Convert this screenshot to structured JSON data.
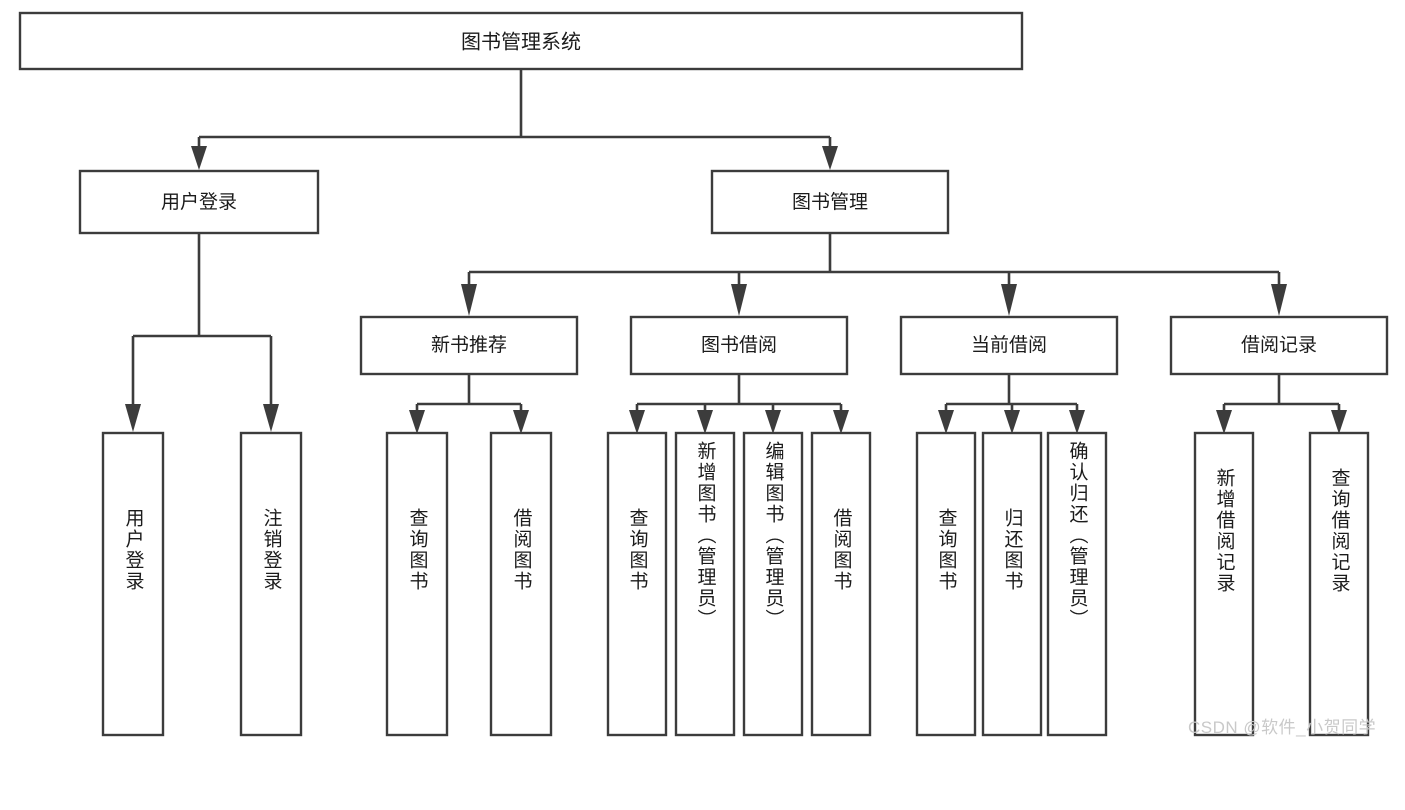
{
  "diagram": {
    "type": "hierarchy-tree",
    "title": "图书管理系统",
    "watermark": "CSDN @软件_小贺同学",
    "colors": {
      "box_stroke": "#3c3c3c",
      "box_fill": "#ffffff",
      "connector": "#3c3c3c",
      "text": "#1b1b1b",
      "watermark": "#c9c9c9",
      "background": "#ffffff"
    },
    "root": {
      "label": "图书管理系统"
    },
    "level2": [
      {
        "label": "用户登录"
      },
      {
        "label": "图书管理"
      }
    ],
    "level3": [
      {
        "label": "新书推荐"
      },
      {
        "label": "图书借阅"
      },
      {
        "label": "当前借阅"
      },
      {
        "label": "借阅记录"
      }
    ],
    "leaves": {
      "user_login": [
        {
          "label": "用户登录"
        },
        {
          "label": "注销登录"
        }
      ],
      "new_book_recommend": [
        {
          "label": "查询图书"
        },
        {
          "label": "借阅图书"
        }
      ],
      "book_borrow": [
        {
          "label": "查询图书"
        },
        {
          "label": "新增图书（管理员）"
        },
        {
          "label": "编辑图书（管理员）"
        },
        {
          "label": "借阅图书"
        }
      ],
      "current_borrow": [
        {
          "label": "查询图书"
        },
        {
          "label": "归还图书"
        },
        {
          "label": "确认归还（管理员）"
        }
      ],
      "borrow_record": [
        {
          "label": "新增借阅记录"
        },
        {
          "label": "查询借阅记录"
        }
      ]
    }
  }
}
